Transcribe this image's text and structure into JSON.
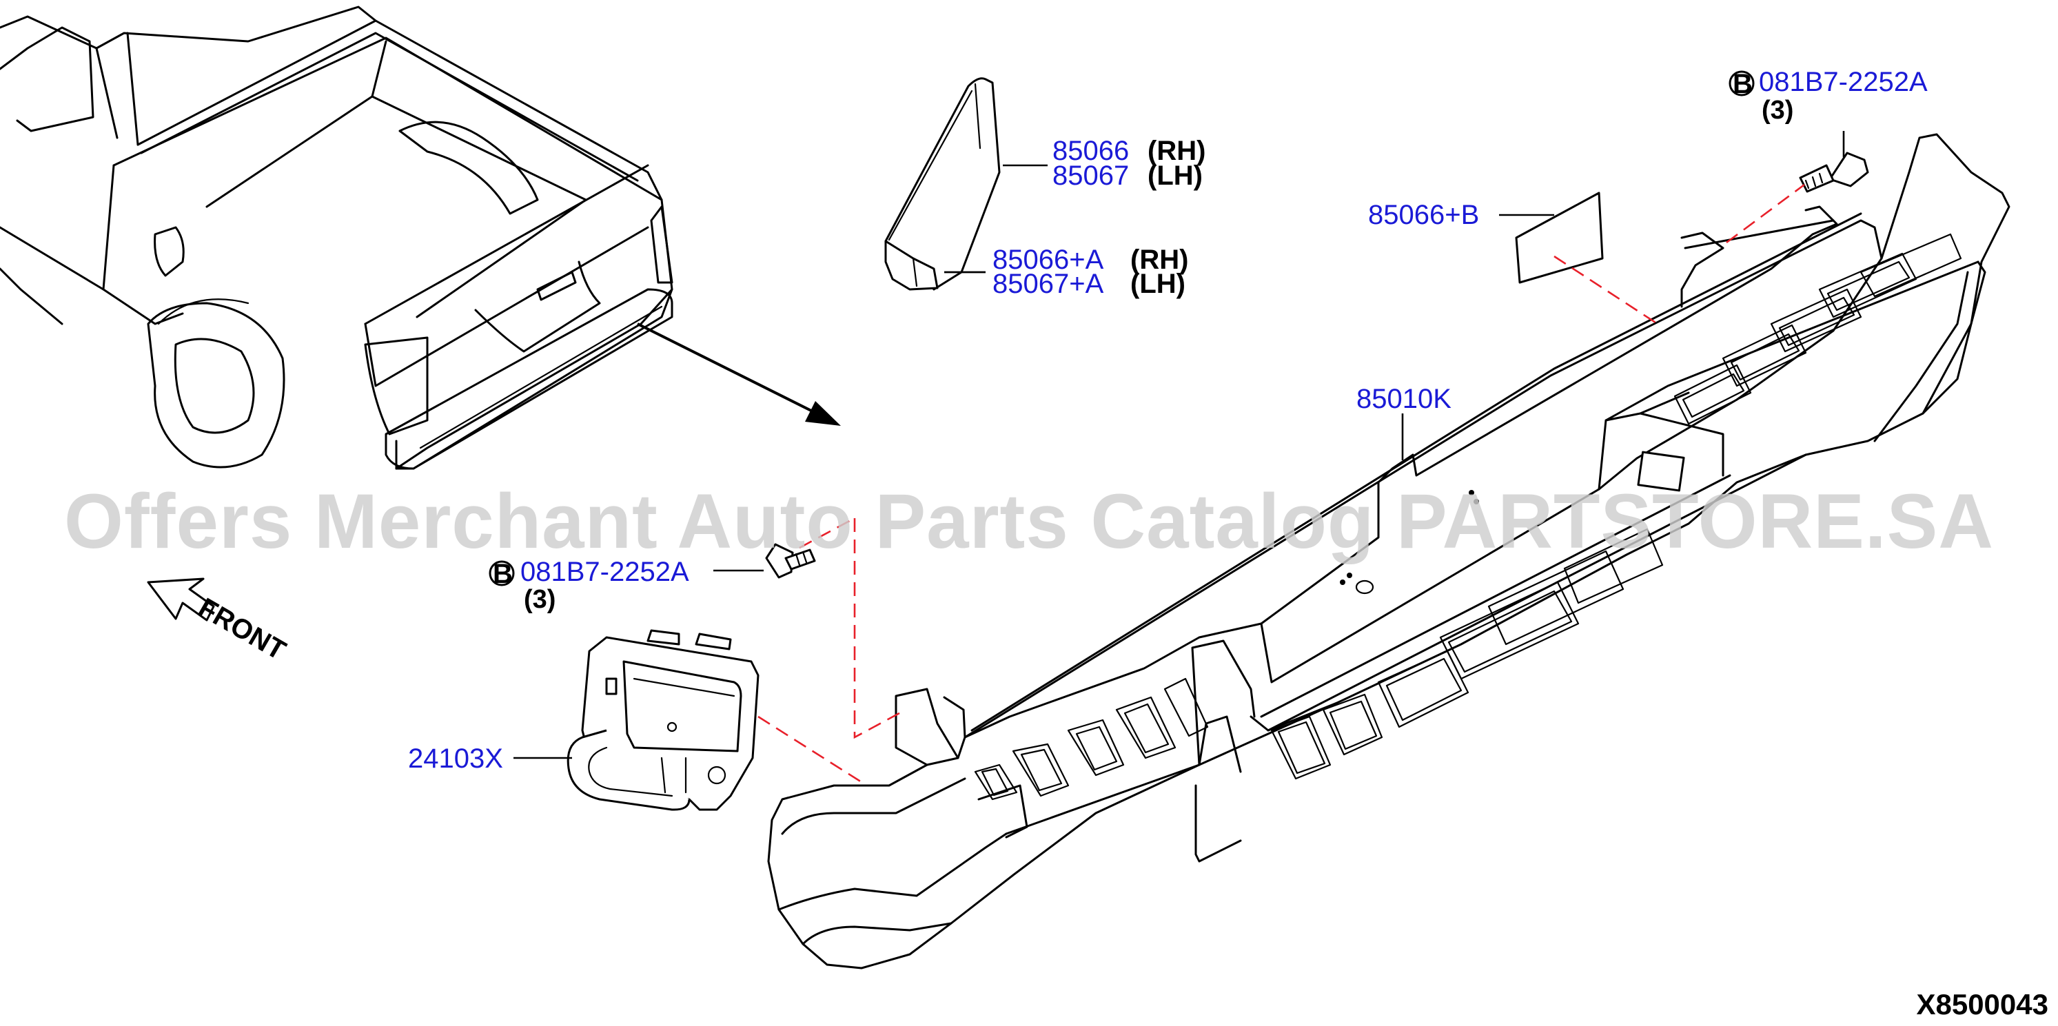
{
  "watermark": "Offers Merchant Auto Parts Catalog PARTSTORE.SA",
  "diagram_code": "X8500043",
  "front_label": "FRONT",
  "callouts": {
    "mudguard_rh": {
      "part": "85066",
      "side": "(RH)"
    },
    "mudguard_lh": {
      "part": "85067",
      "side": "(LH)"
    },
    "mudguard_a_rh": {
      "part": "85066+A",
      "side": "(RH)"
    },
    "mudguard_a_lh": {
      "part": "85067+A",
      "side": "(LH)"
    },
    "pad": {
      "part": "85066+B"
    },
    "bumper": {
      "part": "85010K"
    },
    "sensor": {
      "part": "24103X"
    },
    "bolt_top": {
      "marker": "B",
      "part": "081B7-2252A",
      "qty": "(3)"
    },
    "bolt_left": {
      "marker": "B",
      "part": "081B7-2252A",
      "qty": "(3)"
    }
  },
  "colors": {
    "part_number": "#1a1ad6",
    "dash_line": "#e8202a",
    "watermark": "#cfcfcf"
  }
}
